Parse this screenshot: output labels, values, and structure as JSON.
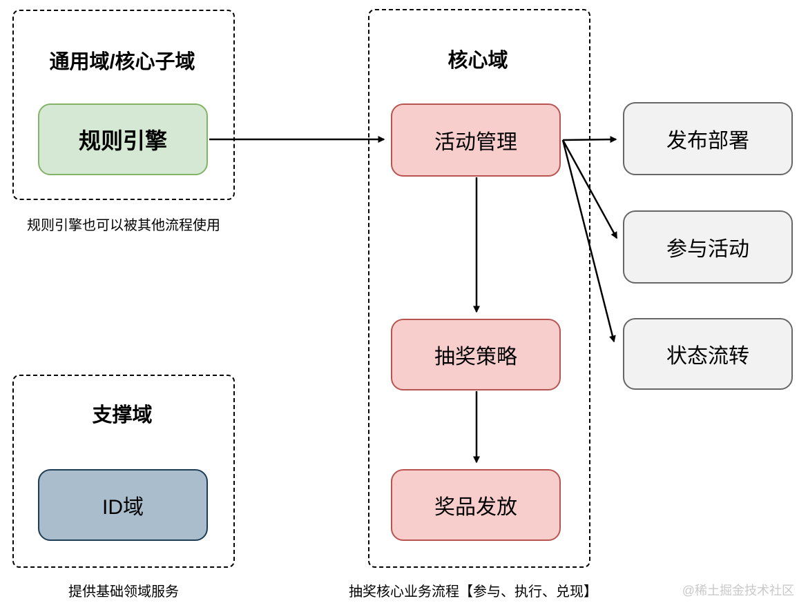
{
  "diagram": {
    "groups": [
      {
        "id": "general-domain",
        "title": "通用域/核心子域",
        "caption": "规则引擎也可以被其他流程使用"
      },
      {
        "id": "core-domain",
        "title": "核心域",
        "caption": "抽奖核心业务流程【参与、执行、兑现】"
      },
      {
        "id": "support-domain",
        "title": "支撑域",
        "caption": "提供基础领域服务"
      }
    ],
    "nodes": [
      {
        "id": "rule-engine",
        "label": "规则引擎",
        "group": "general-domain",
        "color": "green"
      },
      {
        "id": "activity-management",
        "label": "活动管理",
        "group": "core-domain",
        "color": "red"
      },
      {
        "id": "lottery-strategy",
        "label": "抽奖策略",
        "group": "core-domain",
        "color": "red"
      },
      {
        "id": "prize-distribution",
        "label": "奖品发放",
        "group": "core-domain",
        "color": "red"
      },
      {
        "id": "release-deploy",
        "label": "发布部署",
        "group": null,
        "color": "gray"
      },
      {
        "id": "participate-activity",
        "label": "参与活动",
        "group": null,
        "color": "gray"
      },
      {
        "id": "state-transition",
        "label": "状态流转",
        "group": null,
        "color": "gray"
      },
      {
        "id": "id-domain",
        "label": "ID域",
        "group": "support-domain",
        "color": "blue"
      }
    ],
    "edges": [
      {
        "from": "rule-engine",
        "to": "activity-management"
      },
      {
        "from": "activity-management",
        "to": "release-deploy"
      },
      {
        "from": "activity-management",
        "to": "participate-activity"
      },
      {
        "from": "activity-management",
        "to": "state-transition"
      },
      {
        "from": "activity-management",
        "to": "lottery-strategy"
      },
      {
        "from": "lottery-strategy",
        "to": "prize-distribution"
      }
    ],
    "colors": {
      "green_fill": "#d5e8d4",
      "green_border": "#82b366",
      "red_fill": "#f8cecc",
      "red_border": "#b85450",
      "gray_fill": "#f2f2f2",
      "gray_border": "#666666",
      "blue_fill": "#a9bdcc",
      "blue_border": "#1d3d55",
      "arrow": "#000000",
      "watermark": "#c9c9c9"
    },
    "watermark": "@稀土掘金技术社区"
  }
}
